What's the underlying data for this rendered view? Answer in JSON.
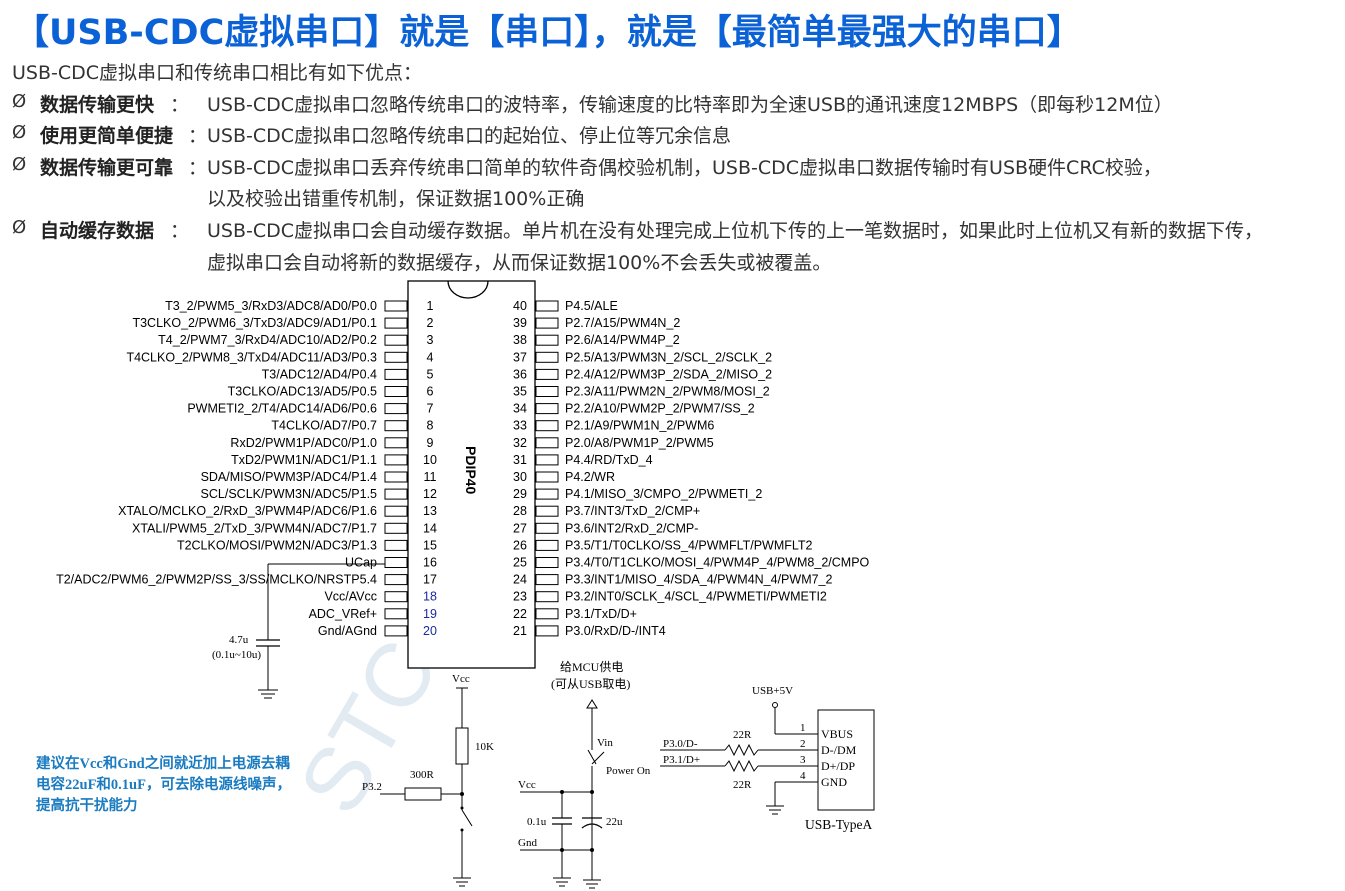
{
  "title": "【USB-CDC虚拟串口】就是【串口】，就是【最简单最强大的串口】",
  "intro": "USB-CDC虚拟串口和传统串口相比有如下优点：",
  "bullet_symbol": "Ø",
  "features": [
    {
      "name": "数据传输更快",
      "sep": "：",
      "lines": [
        "USB-CDC虚拟串口忽略传统串口的波特率，传输速度的比特率即为全速USB的通讯速度12MBPS（即每秒12M位）"
      ]
    },
    {
      "name": "使用更简单便捷",
      "sep": "：",
      "lines": [
        "USB-CDC虚拟串口忽略传统串口的起始位、停止位等冗余信息"
      ]
    },
    {
      "name": "数据传输更可靠",
      "sep": "：",
      "lines": [
        "USB-CDC虚拟串口丢弃传统串口简单的软件奇偶校验机制，USB-CDC虚拟串口数据传输时有USB硬件CRC校验，",
        "以及校验出错重传机制，保证数据100%正确"
      ]
    },
    {
      "name": "自动缓存数据",
      "sep": "：",
      "lines": [
        "USB-CDC虚拟串口会自动缓存数据。单片机在没有处理完成上位机下传的上一笔数据时，如果此时上位机又有新的数据下传，",
        "虚拟串口会自动将新的数据缓存，从而保证数据100%不会丢失或被覆盖。"
      ]
    }
  ],
  "chip": {
    "package": "PDIP40",
    "left_pins": [
      {
        "num": "1",
        "label": "T3_2/PWM5_3/RxD3/ADC8/AD0/P0.0"
      },
      {
        "num": "2",
        "label": "T3CLKO_2/PWM6_3/TxD3/ADC9/AD1/P0.1"
      },
      {
        "num": "3",
        "label": "T4_2/PWM7_3/RxD4/ADC10/AD2/P0.2"
      },
      {
        "num": "4",
        "label": "T4CLKO_2/PWM8_3/TxD4/ADC11/AD3/P0.3"
      },
      {
        "num": "5",
        "label": "T3/ADC12/AD4/P0.4"
      },
      {
        "num": "6",
        "label": "T3CLKO/ADC13/AD5/P0.5"
      },
      {
        "num": "7",
        "label": "PWMETI2_2/T4/ADC14/AD6/P0.6"
      },
      {
        "num": "8",
        "label": "T4CLKO/AD7/P0.7"
      },
      {
        "num": "9",
        "label": "RxD2/PWM1P/ADC0/P1.0"
      },
      {
        "num": "10",
        "label": "TxD2/PWM1N/ADC1/P1.1"
      },
      {
        "num": "11",
        "label": "SDA/MISO/PWM3P/ADC4/P1.4"
      },
      {
        "num": "12",
        "label": "SCL/SCLK/PWM3N/ADC5/P1.5"
      },
      {
        "num": "13",
        "label": "XTALO/MCLKO_2/RxD_3/PWM4P/ADC6/P1.6"
      },
      {
        "num": "14",
        "label": "XTALI/PWM5_2/TxD_3/PWM4N/ADC7/P1.7"
      },
      {
        "num": "15",
        "label": "T2CLKO/MOSI/PWM2N/ADC3/P1.3"
      },
      {
        "num": "16",
        "label": "UCap"
      },
      {
        "num": "17",
        "label": "T2/ADC2/PWM6_2/PWM2P/SS_3/SS/MCLKO/NRSTP5.4"
      },
      {
        "num": "18",
        "label": "Vcc/AVcc"
      },
      {
        "num": "19",
        "label": "ADC_VRef+"
      },
      {
        "num": "20",
        "label": "Gnd/AGnd"
      }
    ],
    "right_pins": [
      {
        "num": "40",
        "label": "P4.5/ALE"
      },
      {
        "num": "39",
        "label": "P2.7/A15/PWM4N_2"
      },
      {
        "num": "38",
        "label": "P2.6/A14/PWM4P_2"
      },
      {
        "num": "37",
        "label": "P2.5/A13/PWM3N_2/SCL_2/SCLK_2"
      },
      {
        "num": "36",
        "label": "P2.4/A12/PWM3P_2/SDA_2/MISO_2"
      },
      {
        "num": "35",
        "label": "P2.3/A11/PWM2N_2/PWM8/MOSI_2"
      },
      {
        "num": "34",
        "label": "P2.2/A10/PWM2P_2/PWM7/SS_2"
      },
      {
        "num": "33",
        "label": "P2.1/A9/PWM1N_2/PWM6"
      },
      {
        "num": "32",
        "label": "P2.0/A8/PWM1P_2/PWM5"
      },
      {
        "num": "31",
        "label": "P4.4/RD/TxD_4"
      },
      {
        "num": "30",
        "label": "P4.2/WR"
      },
      {
        "num": "29",
        "label": "P4.1/MISO_3/CMPO_2/PWMETI_2"
      },
      {
        "num": "28",
        "label": "P3.7/INT3/TxD_2/CMP+"
      },
      {
        "num": "27",
        "label": "P3.6/INT2/RxD_2/CMP-"
      },
      {
        "num": "26",
        "label": "P3.5/T1/T0CLKO/SS_4/PWMFLT/PWMFLT2"
      },
      {
        "num": "25",
        "label": "P3.4/T0/T1CLKO/MOSI_4/PWM4P_4/PWM8_2/CMPO"
      },
      {
        "num": "24",
        "label": "P3.3/INT1/MISO_4/SDA_4/PWM4N_4/PWM7_2"
      },
      {
        "num": "23",
        "label": "P3.2/INT0/SCLK_4/SCL_4/PWMETI/PWMETI2"
      },
      {
        "num": "22",
        "label": "P3.1/TxD/D+"
      },
      {
        "num": "21",
        "label": "P3.0/RxD/D-/INT4"
      }
    ]
  },
  "schematic": {
    "cap_value": "4.7u",
    "cap_range": "(0.1u~10u)",
    "vcc": "Vcc",
    "r_pullup": "10K",
    "r_series": "300R",
    "p32": "P3.2",
    "mcu_power_1": "给MCU供电",
    "mcu_power_2": "(可从USB取电)",
    "vin": "Vin",
    "power_on": "Power On",
    "vcc2": "Vcc",
    "gnd": "Gnd",
    "c1": "0.1u",
    "c2": "22u",
    "usb5v": "USB+5V",
    "p30": "P3.0/D-",
    "p31": "P3.1/D+",
    "r22a": "22R",
    "r22b": "22R",
    "usb_pins": [
      {
        "num": "1",
        "name": "VBUS"
      },
      {
        "num": "2",
        "name": "D-/DM"
      },
      {
        "num": "3",
        "name": "D+/DP"
      },
      {
        "num": "4",
        "name": "GND"
      }
    ],
    "usb_label": "USB-TypeA",
    "note_lines": [
      "建议在Vcc和Gnd之间就近加上电源去耦",
      "电容22uF和0.1uF，可去除电源线噪声，",
      "提高抗干扰能力"
    ]
  }
}
